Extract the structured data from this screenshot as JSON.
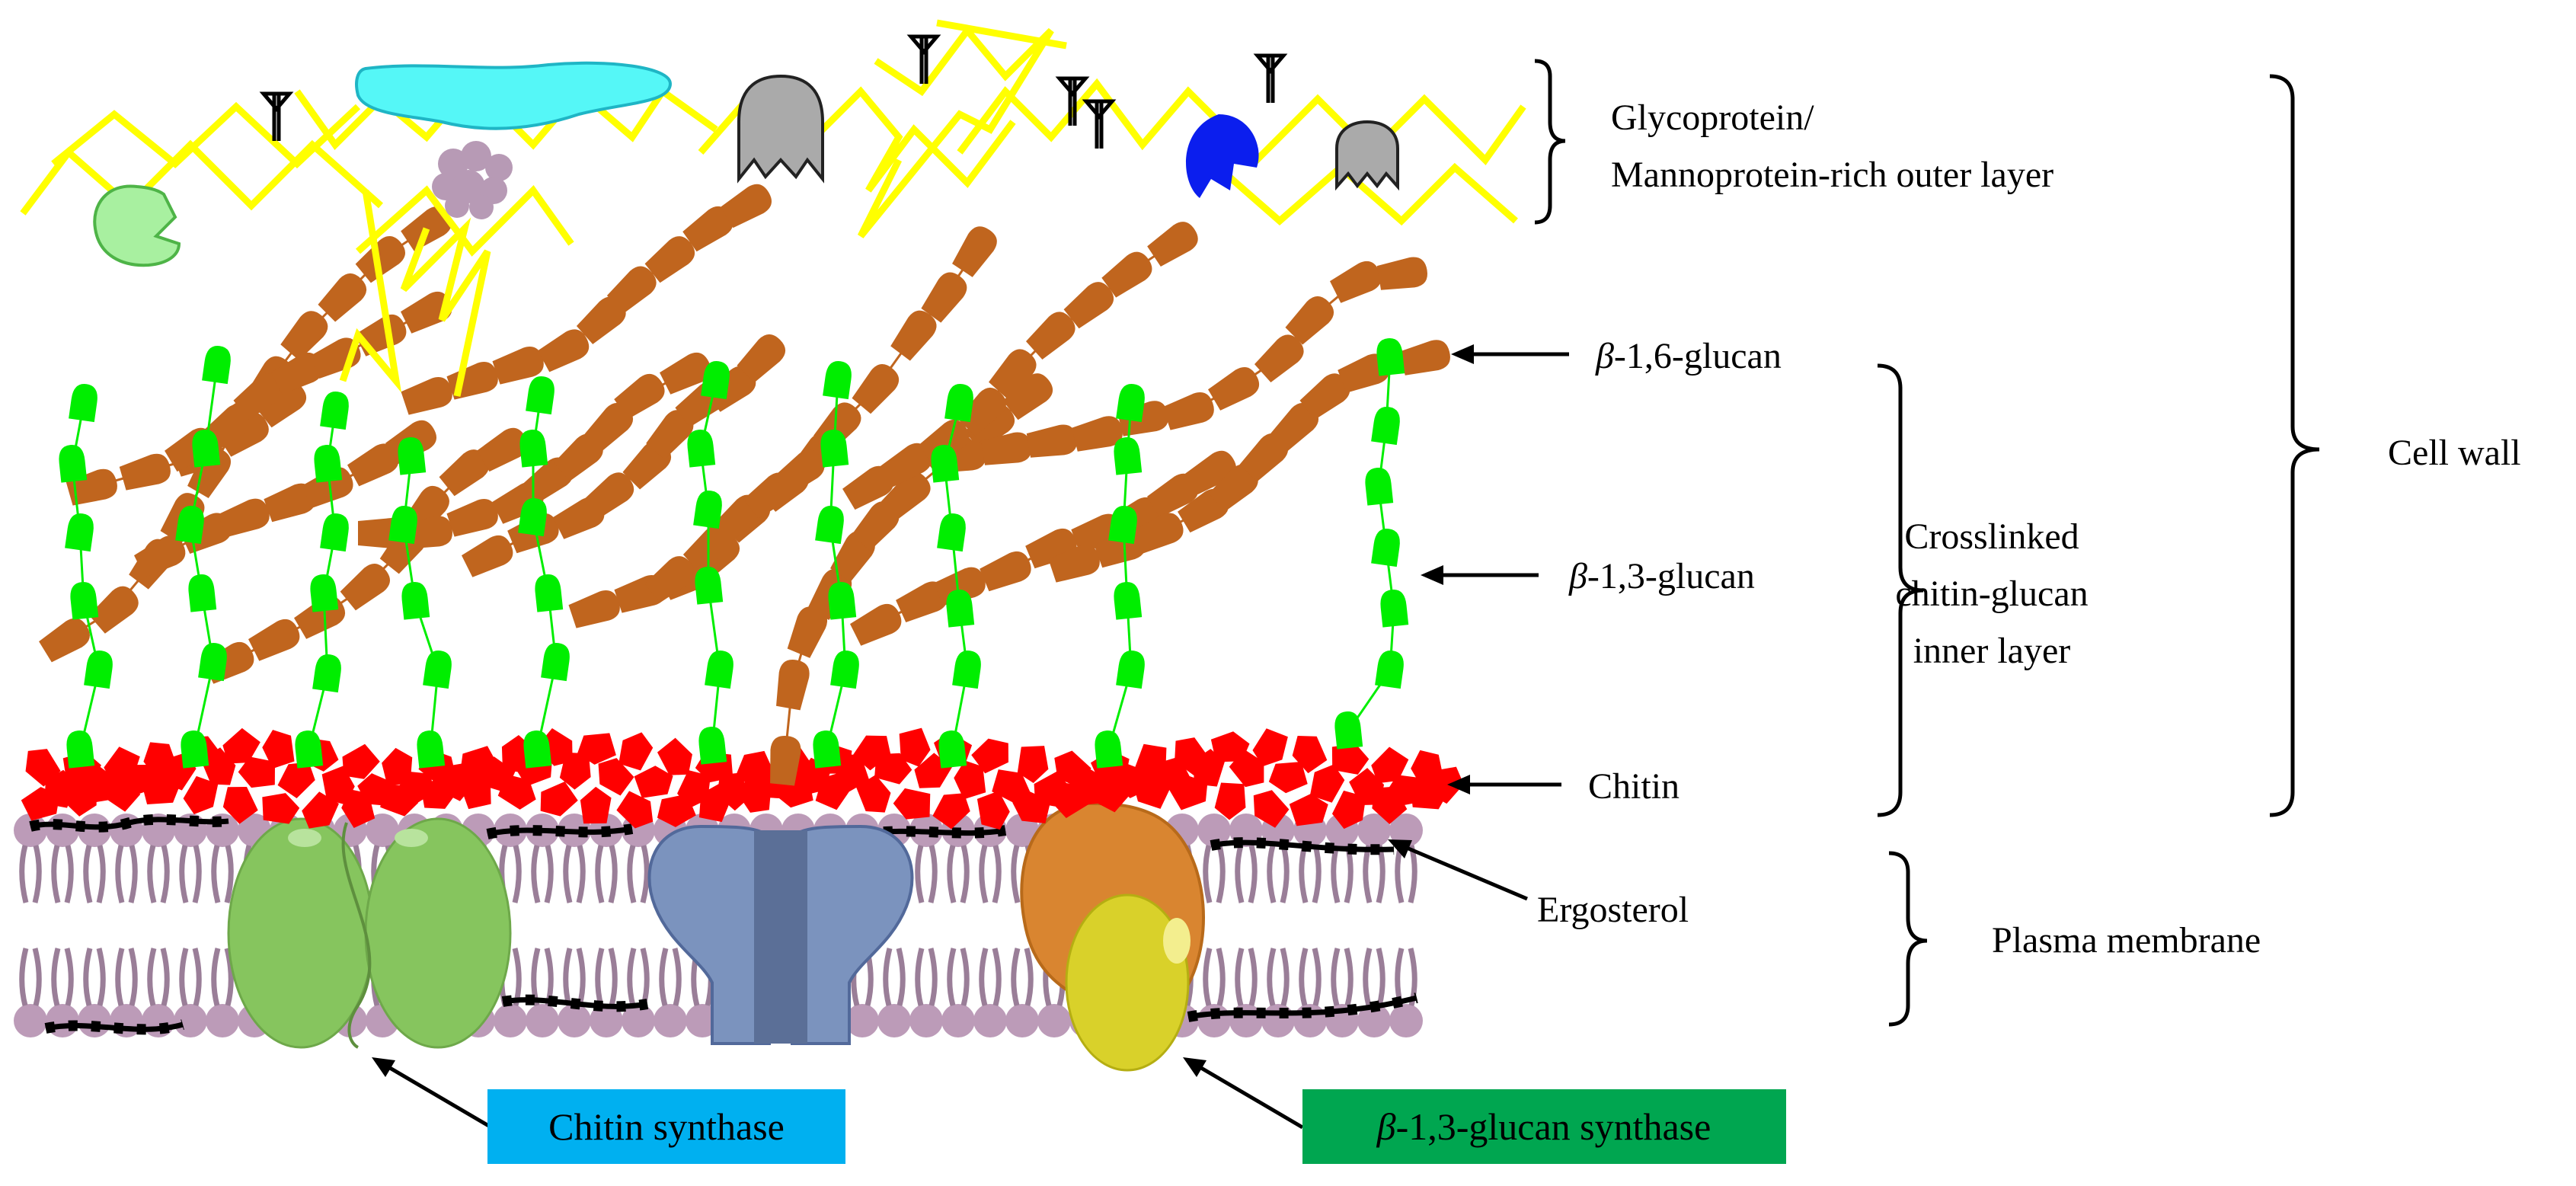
{
  "labels": {
    "outer_layer_line1": "Glycoprotein/",
    "outer_layer_line2": "Mannoprotein-rich outer layer",
    "beta16_prefix": "β",
    "beta16_suffix": "-1,6-glucan",
    "beta13_prefix": "β",
    "beta13_suffix": "-1,3-glucan",
    "chitin": "Chitin",
    "ergosterol": "Ergosterol",
    "inner_layer_line1": "Crosslinked",
    "inner_layer_line2": "chitin-glucan",
    "inner_layer_line3": "inner layer",
    "cell_wall": "Cell wall",
    "plasma_membrane": "Plasma membrane",
    "chitin_synthase": "Chitin synthase",
    "glucan_synthase_prefix": "β",
    "glucan_synthase_suffix": "-1,3-glucan synthase"
  },
  "colors": {
    "mannoprotein_chain": "#FFFF00",
    "beta16_glucan": "#C0651E",
    "beta13_glucan": "#00EE00",
    "chitin": "#FF0000",
    "membrane_head": "#BC9BB8",
    "membrane_tail": "#9A7E98",
    "ergosterol": "#000000",
    "chitin_synthase": "#86C55E",
    "channel_protein": "#7B93BE",
    "glucan_synthase_top": "#D98530",
    "glucan_synthase_bottom": "#D9D12A",
    "chitin_synthase_label_bg": "#00B0F0",
    "glucan_synthase_label_bg": "#00A650"
  }
}
